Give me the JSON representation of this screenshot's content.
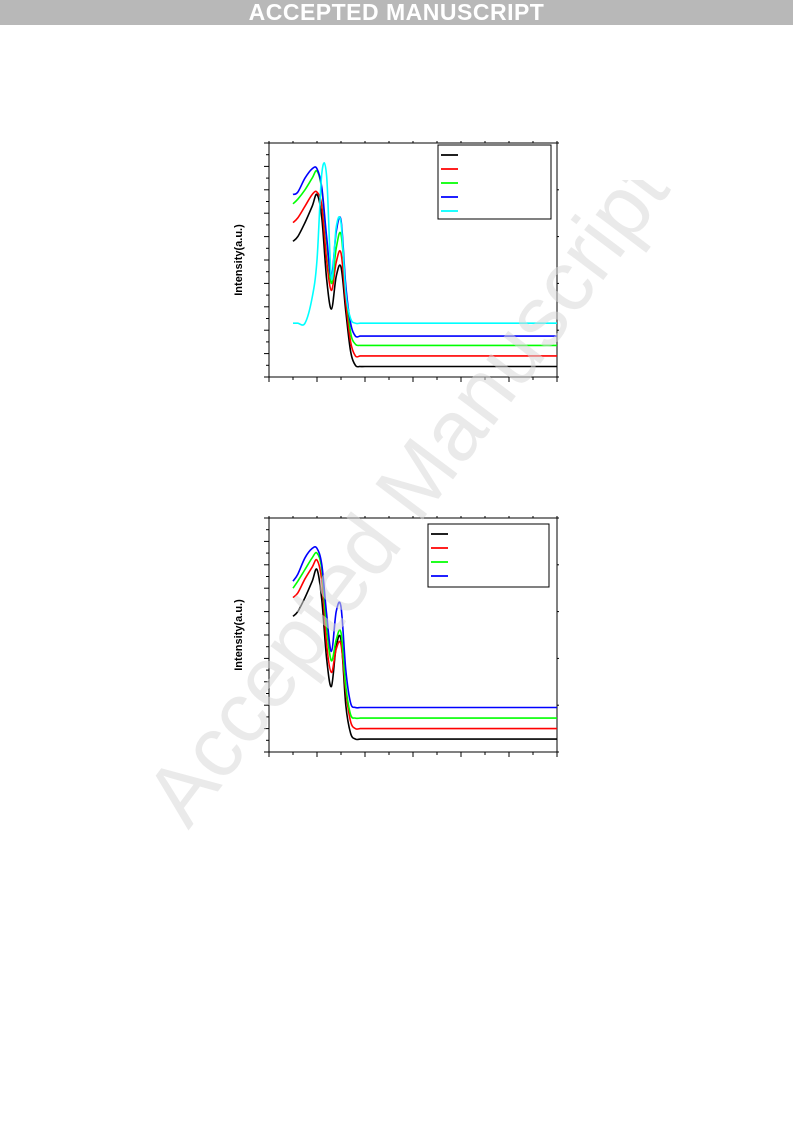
{
  "banner": {
    "text": "ACCEPTED MANUSCRIPT"
  },
  "watermark": {
    "text": "Accepted Manuscript"
  },
  "chart_data": [
    {
      "type": "line",
      "title": "",
      "xlabel": "",
      "ylabel": "Intensity(a.u.)",
      "grid": false,
      "legend_position": "top-right",
      "xlim": [
        0,
        12
      ],
      "ylim": [
        0,
        10
      ],
      "x": [
        1,
        1.2,
        1.5,
        1.8,
        2.0,
        2.2,
        2.4,
        2.6,
        2.8,
        3.0,
        3.2,
        3.4,
        3.6,
        3.8,
        4.0,
        4.5,
        5,
        6,
        8,
        10,
        12
      ],
      "series": [
        {
          "color": "#000000",
          "values": [
            5.8,
            6.0,
            6.6,
            7.3,
            7.8,
            6.8,
            4.2,
            2.9,
            4.3,
            4.7,
            2.8,
            1.1,
            0.5,
            0.45,
            0.45,
            0.45,
            0.45,
            0.45,
            0.45,
            0.45,
            0.45
          ]
        },
        {
          "color": "#ff0000",
          "values": [
            6.6,
            6.8,
            7.3,
            7.8,
            7.9,
            7.3,
            5.0,
            3.7,
            4.9,
            5.3,
            3.2,
            1.5,
            0.9,
            0.9,
            0.9,
            0.9,
            0.9,
            0.9,
            0.9,
            0.9,
            0.9
          ]
        },
        {
          "color": "#00ff00",
          "values": [
            7.4,
            7.6,
            8.0,
            8.5,
            8.8,
            8.0,
            5.8,
            4.0,
            5.5,
            6.1,
            3.8,
            1.9,
            1.4,
            1.35,
            1.35,
            1.35,
            1.35,
            1.35,
            1.35,
            1.35,
            1.35
          ]
        },
        {
          "color": "#0000ff",
          "values": [
            7.8,
            7.9,
            8.5,
            8.9,
            8.9,
            8.1,
            6.0,
            4.3,
            6.2,
            6.7,
            3.9,
            2.3,
            1.75,
            1.75,
            1.75,
            1.75,
            1.75,
            1.75,
            1.75,
            1.75,
            1.75
          ]
        },
        {
          "color": "#00ffff",
          "values": [
            2.3,
            2.3,
            2.3,
            3.4,
            5.0,
            8.7,
            8.6,
            4.2,
            6.4,
            6.6,
            3.6,
            2.5,
            2.3,
            2.3,
            2.3,
            2.3,
            2.3,
            2.3,
            2.3,
            2.3,
            2.3
          ]
        }
      ]
    },
    {
      "type": "line",
      "title": "",
      "xlabel": "",
      "ylabel": "Intensity(a.u.)",
      "grid": false,
      "legend_position": "top-right",
      "xlim": [
        0,
        12
      ],
      "ylim": [
        0,
        10
      ],
      "x": [
        1,
        1.2,
        1.5,
        1.8,
        2.0,
        2.2,
        2.4,
        2.6,
        2.8,
        3.0,
        3.2,
        3.4,
        3.6,
        3.8,
        4.0,
        4.5,
        5,
        6,
        8,
        10,
        12
      ],
      "series": [
        {
          "color": "#000000",
          "values": [
            5.8,
            6.0,
            6.6,
            7.3,
            7.8,
            6.5,
            4.0,
            2.8,
            4.5,
            4.8,
            2.0,
            0.8,
            0.55,
            0.55,
            0.55,
            0.55,
            0.55,
            0.55,
            0.55,
            0.55,
            0.55
          ]
        },
        {
          "color": "#ff0000",
          "values": [
            6.6,
            6.8,
            7.4,
            7.9,
            8.2,
            7.3,
            4.6,
            3.4,
            4.4,
            4.6,
            2.6,
            1.3,
            1.0,
            1.0,
            1.0,
            1.0,
            1.0,
            1.0,
            1.0,
            1.0,
            1.0
          ]
        },
        {
          "color": "#00ff00",
          "values": [
            7.0,
            7.3,
            7.8,
            8.3,
            8.5,
            7.8,
            5.3,
            3.9,
            4.8,
            5.1,
            2.8,
            1.6,
            1.45,
            1.45,
            1.45,
            1.45,
            1.45,
            1.45,
            1.45,
            1.45,
            1.45
          ]
        },
        {
          "color": "#0000ff",
          "values": [
            7.3,
            7.6,
            8.3,
            8.7,
            8.7,
            8.0,
            5.9,
            4.3,
            6.0,
            6.2,
            3.5,
            2.1,
            1.9,
            1.9,
            1.9,
            1.9,
            1.9,
            1.9,
            1.9,
            1.9,
            1.9
          ]
        }
      ]
    }
  ]
}
